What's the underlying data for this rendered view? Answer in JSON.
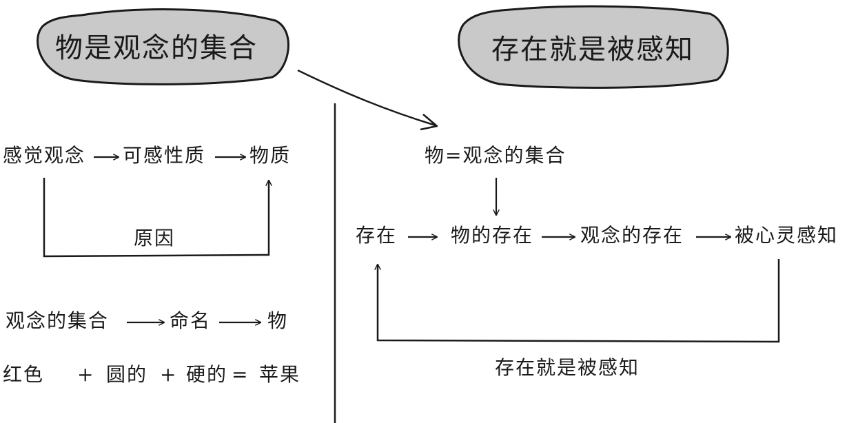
{
  "left": {
    "pill_title": "物是观念的集合",
    "chain1": [
      "感觉观念",
      "可感性质",
      "物质"
    ],
    "loop_label": "原因",
    "chain2": [
      "观念的集合",
      "命名",
      "物"
    ],
    "equation": [
      "红色",
      "+",
      "圆的",
      "+",
      "硬的",
      "=",
      "苹果"
    ]
  },
  "right": {
    "pill_title": "存在就是被感知",
    "top_label": "物=观念的集合",
    "chain": [
      "存在",
      "物的存在",
      "观念的存在",
      "被心灵感知"
    ],
    "loop_label": "存在就是被感知"
  },
  "colors": {
    "pill_fill": "#c9c9c9",
    "ink": "#1a1a1a"
  }
}
